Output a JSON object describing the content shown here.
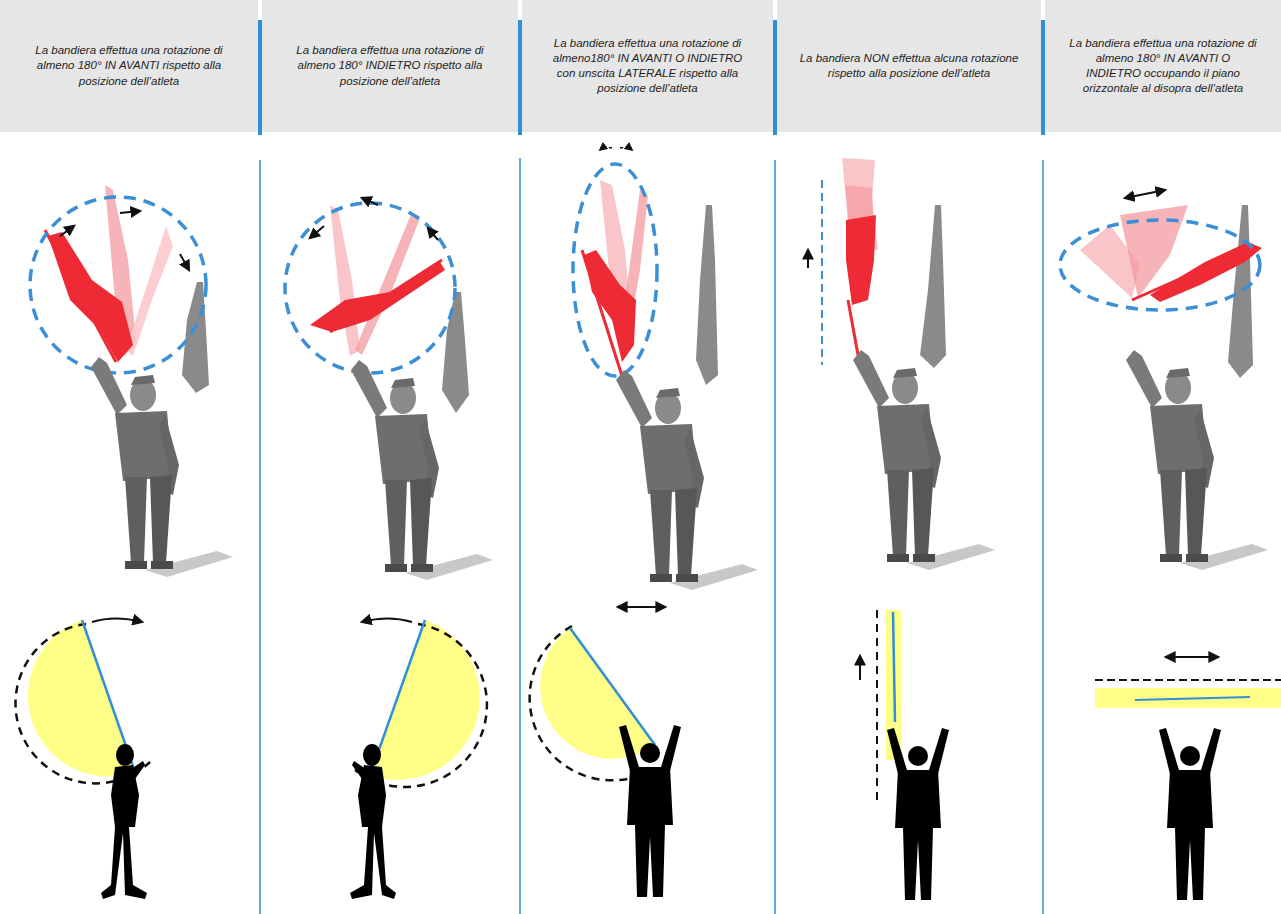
{
  "diagram": {
    "nodes": [
      {
        "text": [
          "La bandiera effettua una rotazione di almeno 180° IN AVANTI rispetto alla posizione dell’atleta"
        ]
      },
      {
        "text": [
          "La bandiera effettua una rotazione di almeno 180° INDIETRO rispetto alla posizione dell’atleta"
        ]
      },
      {
        "text": [
          "La bandiera effettua una rotazione di almeno180° IN AVANTI O INDIETRO con unscita LATERALE rispetto alla posizione dell’atleta"
        ]
      },
      {
        "text": [
          "La bandiera NON effettua alcuna rotazione rispetto alla posizione dell’atleta"
        ]
      },
      {
        "text": [
          "La bandiera effettua una rotazione di almeno 180° IN AVANTI O INDIETRO occupando il piano orizzontale al disopra dell’atleta"
        ]
      }
    ]
  }
}
